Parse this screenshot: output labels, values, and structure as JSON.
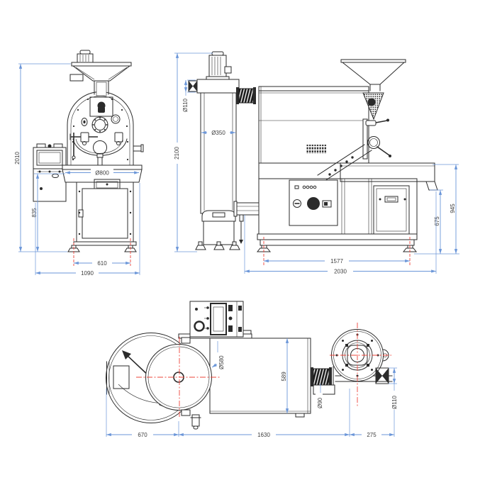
{
  "colors": {
    "line": "#2b2b2b",
    "dimension": "#6b96d8",
    "centerline": "#ee443a",
    "text": "#3d3d3d",
    "background": "#ffffff"
  },
  "front": {
    "overall_height": "2010",
    "base_height": "835",
    "tray_diameter": "Ø800",
    "feet_span": "610",
    "overall_width": "1090"
  },
  "side": {
    "overall_height": "2100",
    "inlet_diameter": "Ø110",
    "cyclone_diameter": "Ø350",
    "discharge_height": "675",
    "tray_height": "945",
    "feet_span": "1577",
    "overall_length": "2030"
  },
  "top": {
    "plate_diameter": "Ø580",
    "body_width": "589",
    "duct_diameter": "Ø90",
    "outlet_diameter": "Ø110",
    "tray_offset": "670",
    "body_length": "1630",
    "outlet_offset": "275"
  }
}
